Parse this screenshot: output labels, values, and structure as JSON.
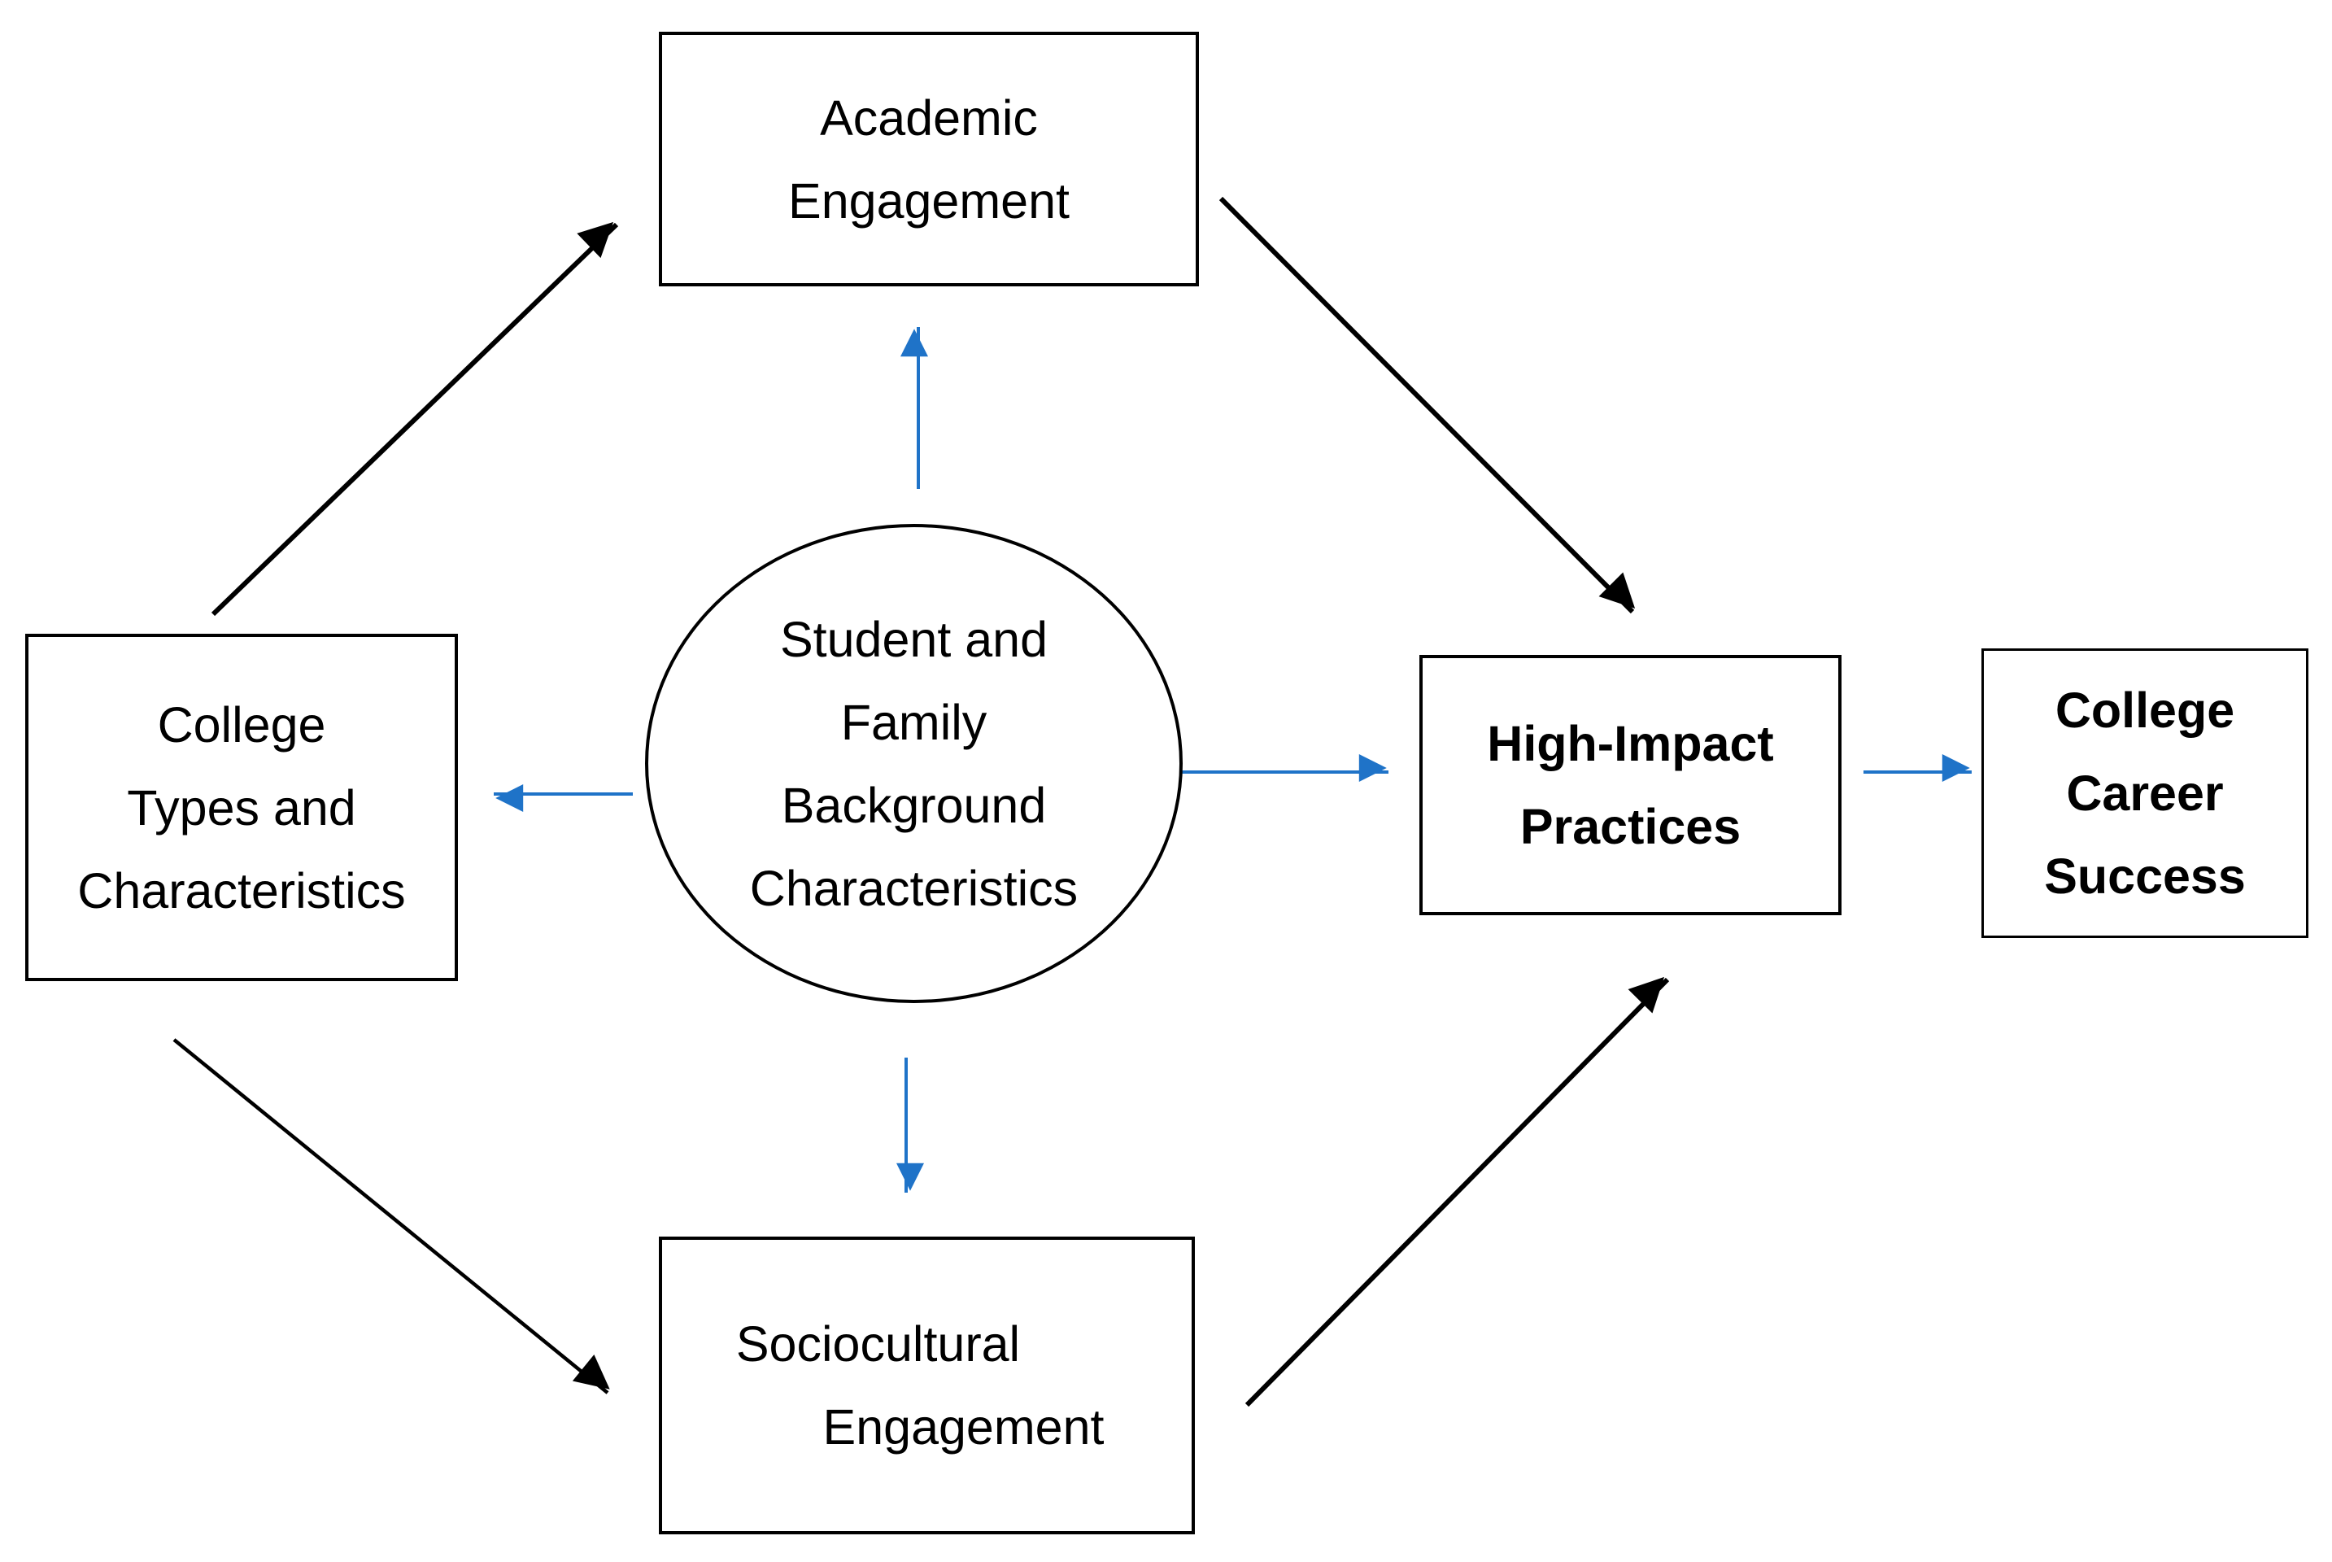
{
  "nodes": {
    "academic": {
      "lines": [
        "Academic",
        "Engagement"
      ]
    },
    "college_types": {
      "lines": [
        "College",
        "Types and",
        "Characteristics"
      ]
    },
    "student_family": {
      "lines": [
        "Student and",
        "Family",
        "Background",
        "Characteristics"
      ]
    },
    "sociocultural": {
      "lines": [
        "Sociocultural",
        "Engagement"
      ]
    },
    "high_impact": {
      "lines": [
        "High-Impact",
        "Practices"
      ]
    },
    "career_success": {
      "lines": [
        "College",
        "Career",
        "Success"
      ]
    }
  },
  "colors": {
    "outline": "#000000",
    "black_arrow": "#000000",
    "blue_arrow": "#1f73c8"
  }
}
